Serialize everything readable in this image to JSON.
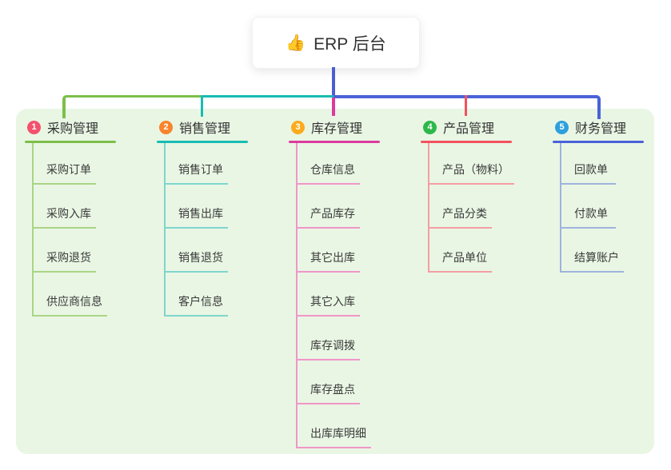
{
  "root": {
    "icon": "👍",
    "label": "ERP 后台"
  },
  "branches": [
    {
      "num": "1",
      "title": "采购管理",
      "badge_color": "#f4516c",
      "line_color": "#7cbf4a",
      "light_color": "#a9d585",
      "children": [
        "采购订单",
        "采购入库",
        "采购退货",
        "供应商信息"
      ]
    },
    {
      "num": "2",
      "title": "销售管理",
      "badge_color": "#f8842c",
      "line_color": "#18bcb2",
      "light_color": "#7fd6cd",
      "children": [
        "销售订单",
        "销售出库",
        "销售退货",
        "客户信息"
      ]
    },
    {
      "num": "3",
      "title": "库存管理",
      "badge_color": "#fbab1d",
      "line_color": "#dd3a9e",
      "light_color": "#f096c8",
      "children": [
        "仓库信息",
        "产品库存",
        "其它出库",
        "其它入库",
        "库存调拨",
        "库存盘点",
        "出库库明细"
      ]
    },
    {
      "num": "4",
      "title": "产品管理",
      "badge_color": "#2eb84b",
      "line_color": "#f2515e",
      "light_color": "#f59da4",
      "children": [
        "产品（物料）",
        "产品分类",
        "产品单位"
      ]
    },
    {
      "num": "5",
      "title": "财务管理",
      "badge_color": "#2da0dd",
      "line_color": "#4a62d8",
      "light_color": "#9fb3dd",
      "children": [
        "回款单",
        "付款单",
        "结算账户"
      ]
    }
  ],
  "colors": {
    "panel_bg": "#e9f6e4",
    "root_stem": "#4c5ed1",
    "text": "#333333"
  }
}
